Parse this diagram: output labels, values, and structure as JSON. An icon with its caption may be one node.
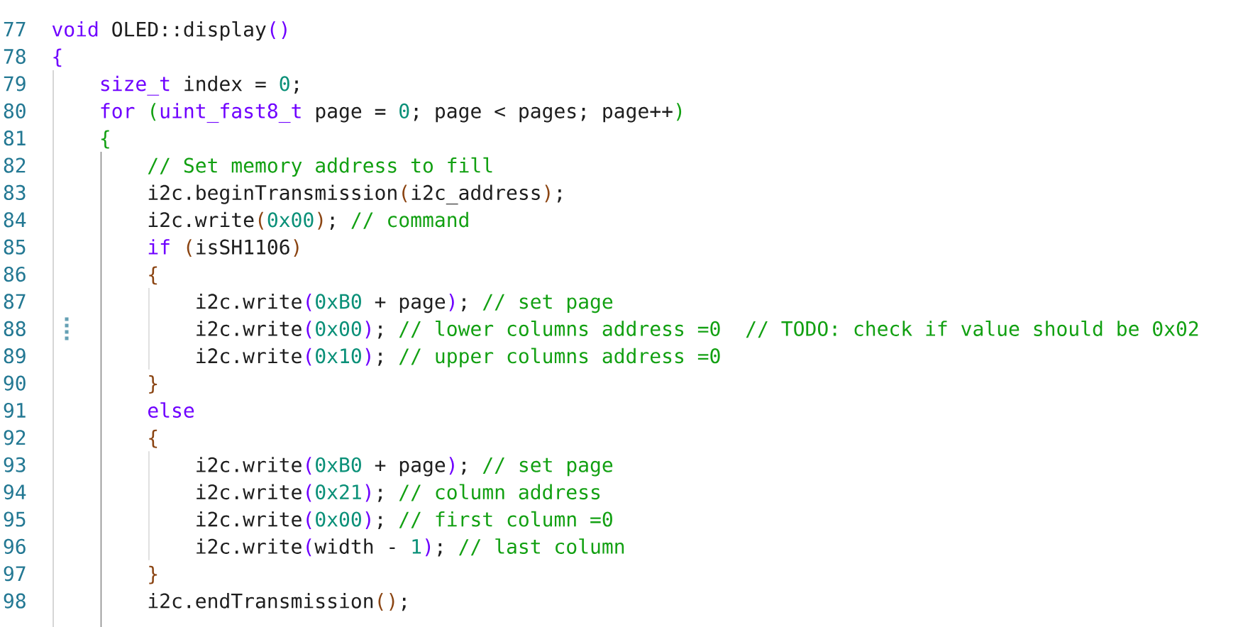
{
  "diagram": {
    "labels": [
      "77",
      "void",
      "OLED::display",
      "()",
      "78",
      "{",
      "79",
      "size_t",
      "index =",
      "0",
      ";",
      "80",
      "for",
      "(",
      "uint_fast8_t",
      "page =",
      "0",
      "; page < pages; page++",
      ")",
      "81",
      "{",
      "82",
      "// Set memory address to fill",
      "83",
      "i2c.beginTransmission",
      "(",
      "i2c_address",
      ")",
      ";",
      "84",
      "i2c.write",
      "(",
      "0x00",
      ")",
      ";",
      "// command",
      "85",
      "if",
      "(",
      "isSH1106",
      ")",
      "86",
      "{",
      "87",
      "i2c.write",
      "(",
      "0xB0",
      "+ page",
      ")",
      ";",
      "// set page",
      "88",
      "i2c.write",
      "(",
      "0x00",
      ")",
      ";",
      "// lower columns address =0",
      "// TODO: check if value should be 0x02",
      "89",
      "i2c.write",
      "(",
      "0x10",
      ")",
      ";",
      "// upper columns address =0",
      "90",
      "}",
      "91",
      "else",
      "92",
      "{",
      "93",
      "i2c.write",
      "(",
      "0xB0",
      "+ page",
      ")",
      ";",
      "// set page",
      "94",
      "i2c.write",
      "(",
      "0x21",
      ")",
      ";",
      "// column address",
      "95",
      "i2c.write",
      "(",
      "0x00",
      ")",
      ";",
      "// first column =0",
      "96",
      "i2c.write",
      "(",
      "width -",
      "1",
      ")",
      ";",
      "// last column",
      "97",
      "}",
      "98",
      "i2c.endTransmission",
      "()",
      ";"
    ]
  }
}
